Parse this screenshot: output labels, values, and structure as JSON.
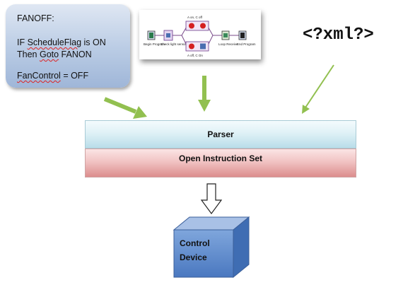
{
  "script": {
    "lines": [
      "FANOFF:",
      "IF ScheduleFlag is ON",
      "Then Goto FANON",
      "FanControl = OFF"
    ]
  },
  "xml_tag": "<?xml?>",
  "flow": {
    "nodes": {
      "begin": "Begin Program",
      "check": "Check light sensor",
      "on_off": "A on, C off",
      "off_on": "A off, C On",
      "loop": "Loop Receive",
      "end": "End Program"
    }
  },
  "layers": {
    "parser": "Parser",
    "instruction_set": "Open Instruction Set"
  },
  "device": {
    "line1": "Control",
    "line2": "Device"
  },
  "colors": {
    "arrow_green": "#92c050",
    "parser_fill": "#dff1f6",
    "instruction_fill": "#f1c3c3",
    "device_blue": "#5b8bd1",
    "bubble_blue": "#b9cbe4"
  }
}
